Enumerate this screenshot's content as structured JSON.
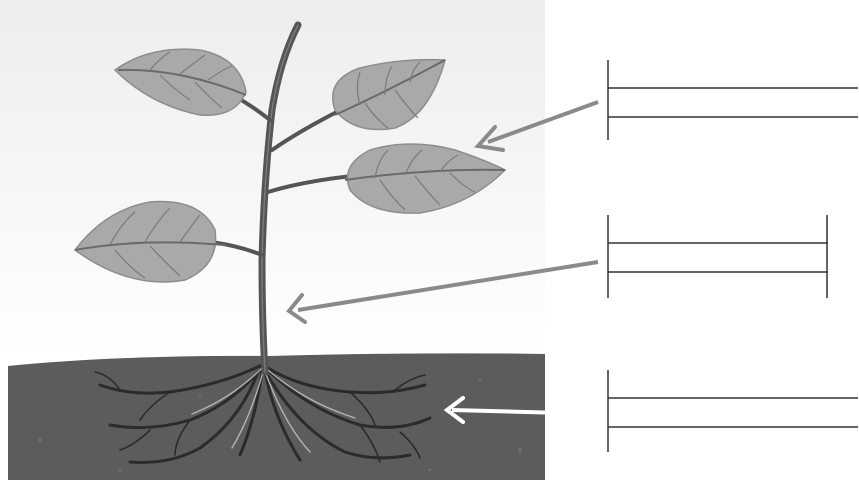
{
  "diagram": {
    "subject": "plant",
    "parts": [
      {
        "id": "leaf",
        "label": ""
      },
      {
        "id": "stem",
        "label": ""
      },
      {
        "id": "root",
        "label": ""
      }
    ]
  },
  "colors": {
    "sky_top": "#f2f2f2",
    "sky_bottom": "#ffffff",
    "soil": "#5c5c5c",
    "leaf_fill": "#a9a9a9",
    "leaf_vein": "#6a6a6a",
    "stem": "#555555",
    "arrow_grey": "#8a8a8a",
    "arrow_white": "#ffffff",
    "box_line": "#333333"
  },
  "icons": {
    "leaf_arrow": "arrow-left-icon",
    "stem_arrow": "arrow-left-icon",
    "root_arrow": "arrow-left-icon"
  }
}
